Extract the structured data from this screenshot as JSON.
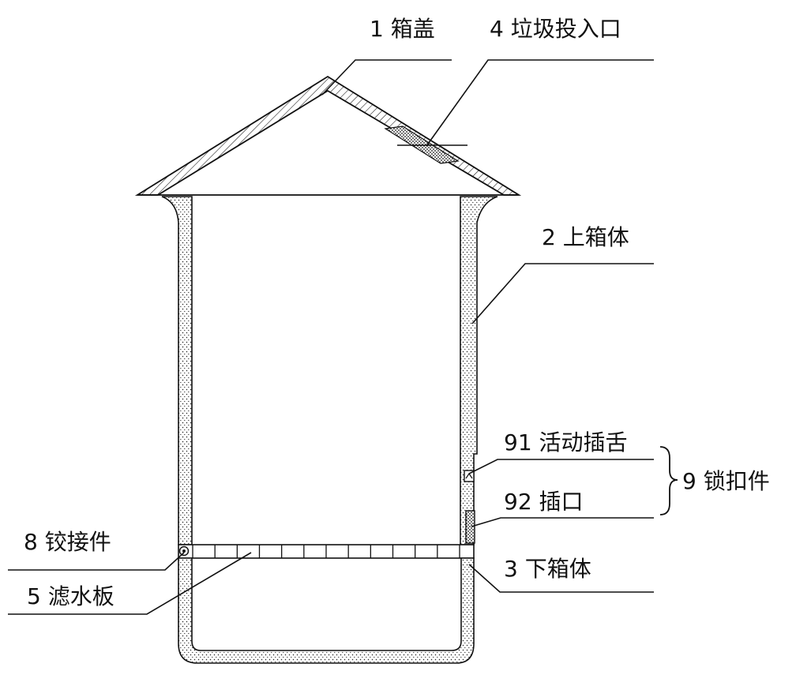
{
  "labels": {
    "lid": "1  箱盖",
    "inlet": "4  垃圾投入口",
    "upper_body": "2  上箱体",
    "tongue": "91  活动插舌",
    "lock": "9  锁扣件",
    "socket": "92  插口",
    "hinge": "8  铰接件",
    "lower_body": "3  下箱体",
    "filter": "5  滤水板"
  },
  "colors": {
    "line": "#111111",
    "background": "#ffffff"
  }
}
